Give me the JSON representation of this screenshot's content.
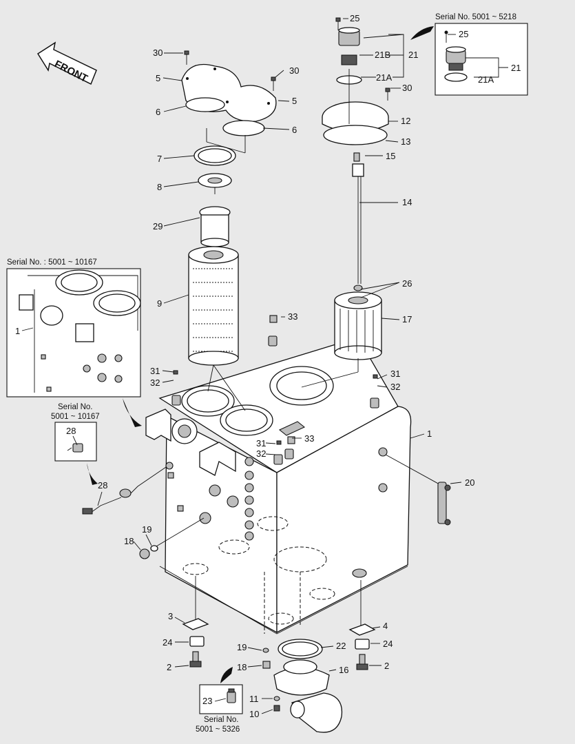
{
  "front_label": "FRONT",
  "serial_labels": {
    "s_top_right": "Serial No. 5001 ~ 5218",
    "s_left": "Serial No. : 5001 ~ 10167",
    "s_28_line1": "Serial No.",
    "s_28_line2": "5001 ~ 10167",
    "s_23_line1": "Serial No.",
    "s_23_line2": "5001 ~ 5326"
  },
  "callouts": [
    {
      "text": "25"
    },
    {
      "text": "21B"
    },
    {
      "text": "21"
    },
    {
      "text": "21A"
    },
    {
      "text": "30"
    },
    {
      "text": "12"
    },
    {
      "text": "13"
    },
    {
      "text": "15"
    },
    {
      "text": "14"
    },
    {
      "text": "26"
    },
    {
      "text": "17"
    },
    {
      "text": "31"
    },
    {
      "text": "32"
    },
    {
      "text": "1"
    },
    {
      "text": "20"
    },
    {
      "text": "4"
    },
    {
      "text": "24"
    },
    {
      "text": "2"
    },
    {
      "text": "22"
    },
    {
      "text": "16"
    },
    {
      "text": "30"
    },
    {
      "text": "5"
    },
    {
      "text": "30"
    },
    {
      "text": "5"
    },
    {
      "text": "6"
    },
    {
      "text": "6"
    },
    {
      "text": "7"
    },
    {
      "text": "8"
    },
    {
      "text": "29"
    },
    {
      "text": "9"
    },
    {
      "text": "33"
    },
    {
      "text": "31"
    },
    {
      "text": "32"
    },
    {
      "text": "31"
    },
    {
      "text": "32"
    },
    {
      "text": "33"
    },
    {
      "text": "1"
    },
    {
      "text": "28"
    },
    {
      "text": "28"
    },
    {
      "text": "19"
    },
    {
      "text": "18"
    },
    {
      "text": "3"
    },
    {
      "text": "24"
    },
    {
      "text": "2"
    },
    {
      "text": "19"
    },
    {
      "text": "18"
    },
    {
      "text": "11"
    },
    {
      "text": "10"
    },
    {
      "text": "23"
    },
    {
      "text": "25"
    },
    {
      "text": "21"
    },
    {
      "text": "21A"
    }
  ]
}
